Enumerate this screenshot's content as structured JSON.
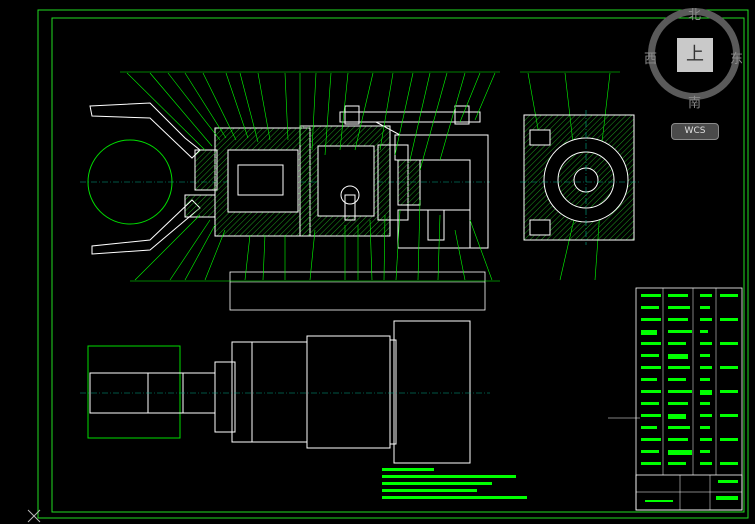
{
  "viewcube": {
    "face_label": "上",
    "north": "北",
    "south": "南",
    "east": "东",
    "west": "西"
  },
  "wcs": {
    "label": "WCS"
  },
  "colors": {
    "background": "#000000",
    "frame": "#22dd22",
    "geometry": "#ffffff",
    "leaders": "#00ff00",
    "hatch": "#22aa22",
    "centerline": "#00aa88",
    "title_text": "#00ff00"
  }
}
